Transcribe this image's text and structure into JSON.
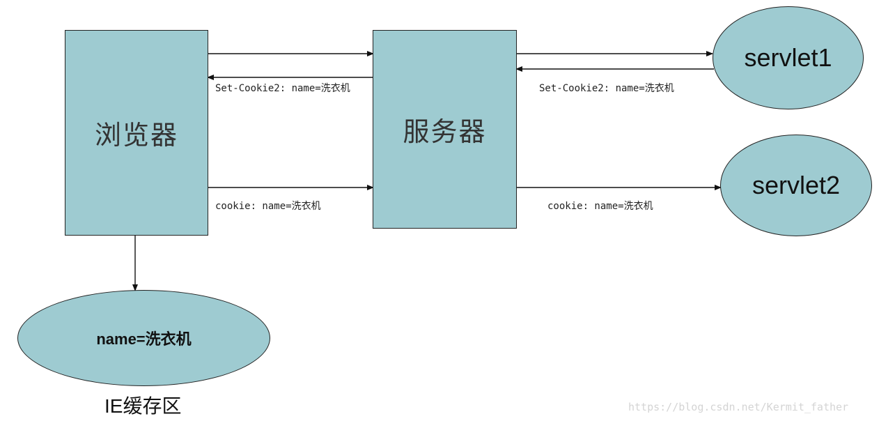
{
  "nodes": {
    "browser": "浏览器",
    "server": "服务器",
    "servlet1": "servlet1",
    "servlet2": "servlet2",
    "cache": "name=洗衣机"
  },
  "edge_labels": {
    "server_to_browser": "Set-Cookie2: name=洗衣机",
    "servlet1_to_server": "Set-Cookie2: name=洗衣机",
    "browser_to_server": "cookie: name=洗衣机",
    "server_to_servlet2": "cookie: name=洗衣机"
  },
  "caption": "IE缓存区",
  "watermark": "https://blog.csdn.net/Kermit_father",
  "colors": {
    "node_fill": "#9ecbd1",
    "stroke": "#222222"
  }
}
